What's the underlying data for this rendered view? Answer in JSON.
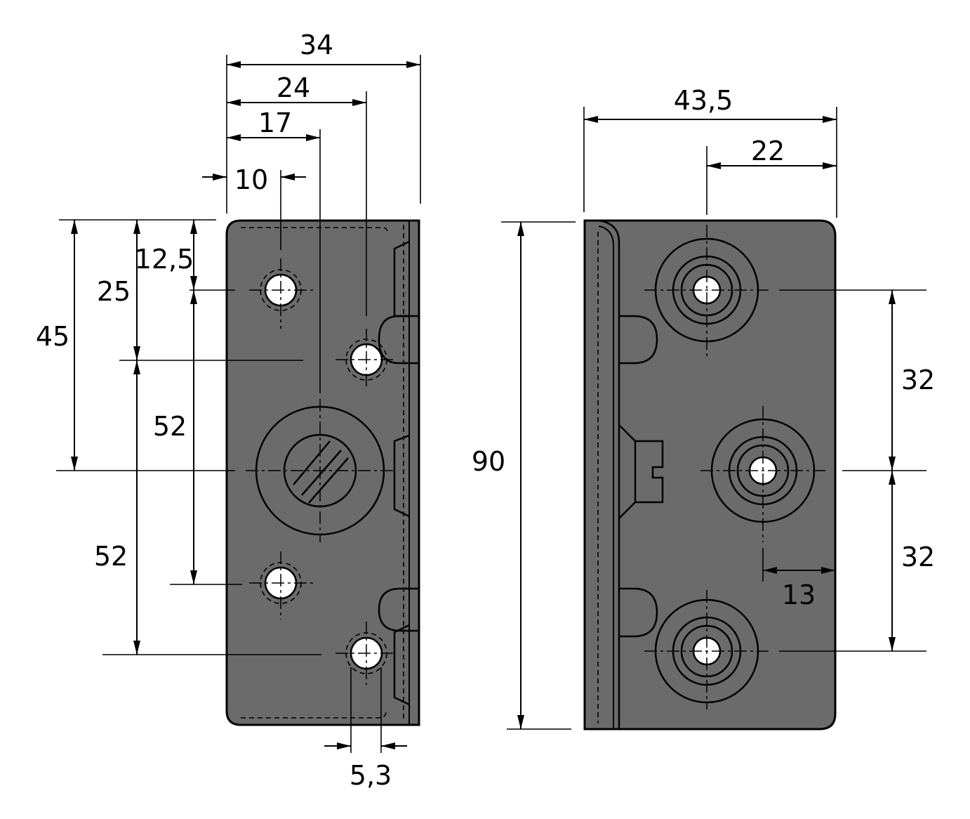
{
  "drawing": {
    "left_view": {
      "dimensions": {
        "width_total": "34",
        "width_24": "24",
        "width_17": "17",
        "width_10": "10",
        "height_12_5": "12,5",
        "height_25": "25",
        "height_45": "45",
        "height_52_inner": "52",
        "height_52_outer": "52",
        "hole_dia": "5,3"
      }
    },
    "right_view": {
      "dimensions": {
        "width_total": "43,5",
        "width_22": "22",
        "height_total": "90",
        "pitch_upper": "32",
        "pitch_lower": "32",
        "offset_13": "13"
      }
    }
  },
  "colors": {
    "part_fill": "#6b6b6b",
    "line": "#000000",
    "background": "#ffffff"
  }
}
